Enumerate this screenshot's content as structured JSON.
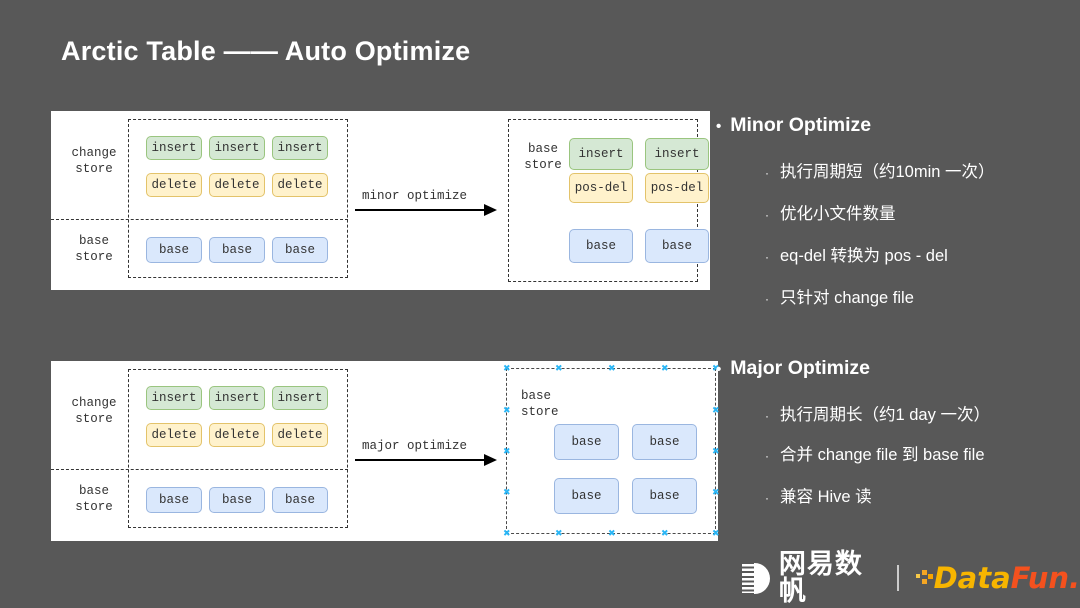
{
  "slide": {
    "title": "Arctic Table —— Auto Optimize",
    "background_color": "#585858"
  },
  "diagram_minor": {
    "left_group": {
      "change_store_label": "change\nstore",
      "base_store_label": "base\nstore",
      "change_boxes_row1": [
        "insert",
        "insert",
        "insert"
      ],
      "change_boxes_row2": [
        "delete",
        "delete",
        "delete"
      ],
      "base_boxes": [
        "base",
        "base",
        "base"
      ]
    },
    "arrow_label": "minor optimize",
    "right_group": {
      "base_store_label": "base\nstore",
      "boxes_row1": [
        "insert",
        "insert"
      ],
      "boxes_row2": [
        "pos-del",
        "pos-del"
      ],
      "boxes_row3": [
        "base",
        "base"
      ]
    }
  },
  "diagram_major": {
    "left_group": {
      "change_store_label": "change\nstore",
      "base_store_label": "base\nstore",
      "change_boxes_row1": [
        "insert",
        "insert",
        "insert"
      ],
      "change_boxes_row2": [
        "delete",
        "delete",
        "delete"
      ],
      "base_boxes": [
        "base",
        "base",
        "base"
      ]
    },
    "arrow_label": "major optimize",
    "right_group": {
      "base_store_label": "base\nstore",
      "boxes_row1": [
        "base",
        "base"
      ],
      "boxes_row2": [
        "base",
        "base"
      ]
    }
  },
  "minor_section": {
    "heading": "Minor Optimize",
    "bullet": "•",
    "sub_bullet": "·",
    "items": [
      "执行周期短（约10min 一次）",
      "优化小文件数量",
      "eq-del 转换为 pos - del",
      "只针对 change file"
    ]
  },
  "major_section": {
    "heading": "Major Optimize",
    "bullet": "•",
    "sub_bullet": "·",
    "items": [
      "执行周期长（约1 day 一次）",
      "合并 change file 到 base file",
      "兼容 Hive 读"
    ]
  },
  "footer": {
    "netease_text": "网易数帆",
    "separator": "|",
    "datafun_data": "Data",
    "datafun_fun": "Fun.",
    "colors": {
      "datafun_yellow": "#f7b500",
      "datafun_orange": "#f4511e"
    }
  },
  "palette": {
    "green_fill": "#d5e8d4",
    "green_border": "#9ac57f",
    "yellow_fill": "#fff2cc",
    "yellow_border": "#e3c36a",
    "blue_fill": "#dae8fc",
    "blue_border": "#9ab6e0",
    "selection_handle": "#29b6f6"
  }
}
